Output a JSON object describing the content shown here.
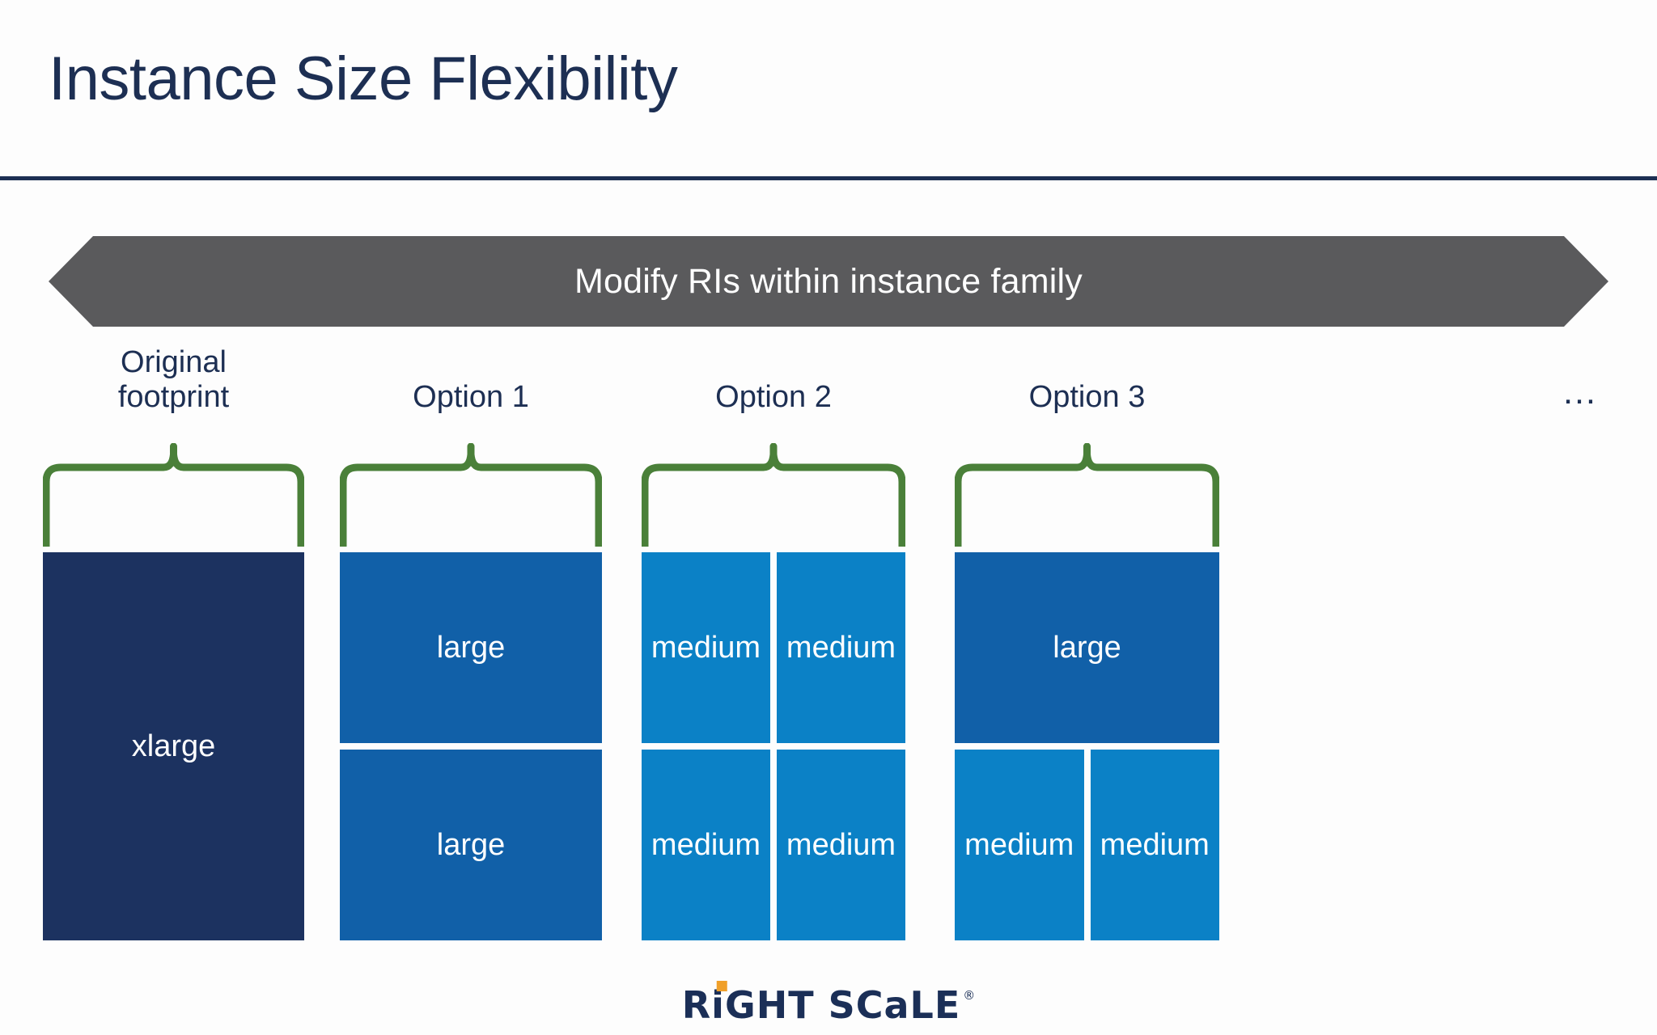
{
  "slide": {
    "title": "Instance Size Flexibility",
    "banner": {
      "label": "Modify RIs within instance family"
    },
    "ellipsis": "…",
    "columns": [
      {
        "label": "Original\nfootprint",
        "rows": [
          {
            "cells": [
              {
                "label": "xlarge",
                "size": "xlarge"
              }
            ]
          }
        ]
      },
      {
        "label": "Option 1",
        "rows": [
          {
            "cells": [
              {
                "label": "large",
                "size": "large"
              }
            ]
          },
          {
            "cells": [
              {
                "label": "large",
                "size": "large"
              }
            ]
          }
        ]
      },
      {
        "label": "Option 2",
        "rows": [
          {
            "cells": [
              {
                "label": "medium",
                "size": "medium"
              },
              {
                "label": "medium",
                "size": "medium"
              }
            ]
          },
          {
            "cells": [
              {
                "label": "medium",
                "size": "medium"
              },
              {
                "label": "medium",
                "size": "medium"
              }
            ]
          }
        ]
      },
      {
        "label": "Option 3",
        "rows": [
          {
            "cells": [
              {
                "label": "large",
                "size": "large"
              }
            ]
          },
          {
            "cells": [
              {
                "label": "medium",
                "size": "medium"
              },
              {
                "label": "medium",
                "size": "medium"
              }
            ]
          }
        ]
      }
    ],
    "logo": {
      "text": "RiGHT SCaLE",
      "registered": "®"
    },
    "colors": {
      "title": "#1d2f53",
      "banner": "#5a5a5c",
      "brace": "#4a8039",
      "xlarge": "#1c3260",
      "large": "#1160a8",
      "medium": "#0b81c6",
      "logo_navy": "#1b2f57",
      "logo_accent": "#f0a02a"
    }
  }
}
